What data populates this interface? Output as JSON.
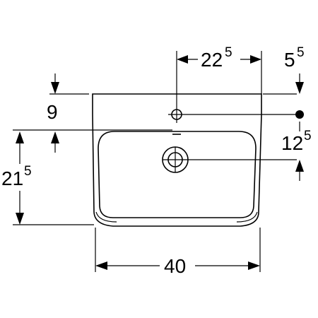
{
  "dimensions": {
    "top_center_main": "22",
    "top_center_sup": "5",
    "top_right_main": "5",
    "top_right_sup": "5",
    "left_upper": "9",
    "left_lower_main": "21",
    "left_lower_sup": "5",
    "right_middle_main": "12",
    "right_middle_sup": "5",
    "bottom_width": "40"
  }
}
